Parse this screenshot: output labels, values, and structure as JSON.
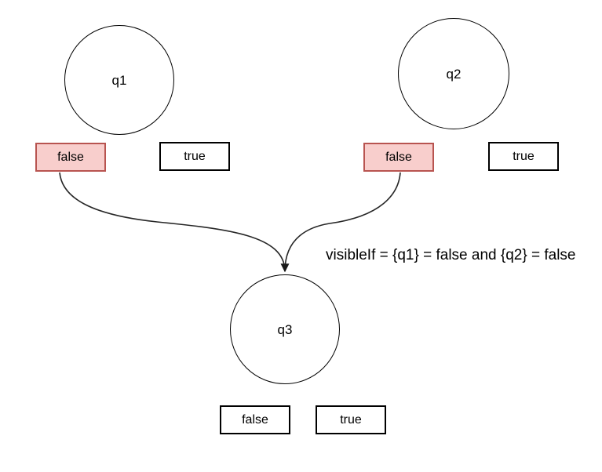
{
  "diagram": {
    "condition_label": "visibleIf = {q1} = false and {q2} = false",
    "questions": [
      {
        "id": "q1",
        "label": "q1",
        "options": [
          {
            "label": "false",
            "highlighted": true
          },
          {
            "label": "true",
            "highlighted": false
          }
        ]
      },
      {
        "id": "q2",
        "label": "q2",
        "options": [
          {
            "label": "false",
            "highlighted": true
          },
          {
            "label": "true",
            "highlighted": false
          }
        ]
      },
      {
        "id": "q3",
        "label": "q3",
        "options": [
          {
            "label": "false",
            "highlighted": false
          },
          {
            "label": "true",
            "highlighted": false
          }
        ]
      }
    ],
    "colors": {
      "highlight_fill": "#f8cecc",
      "highlight_stroke": "#b85450",
      "shape_stroke": "#000000",
      "connector_stroke": "#262626",
      "background": "#ffffff"
    }
  }
}
